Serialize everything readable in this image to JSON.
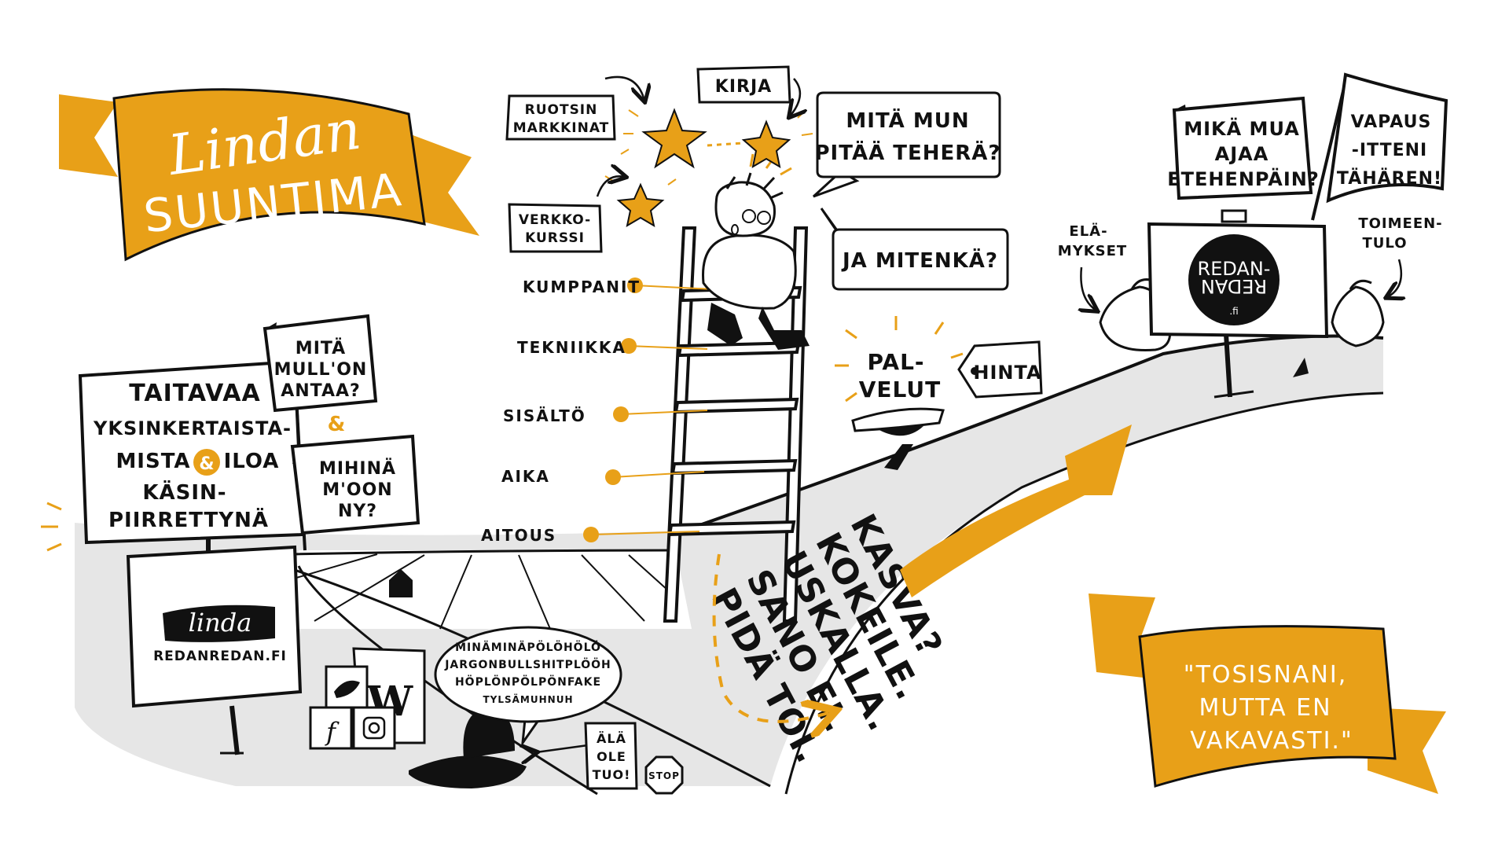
{
  "colors": {
    "accent": "#E8A018",
    "ink": "#111111",
    "ground": "#E6E6E6",
    "paper": "#FFFFFF"
  },
  "banner_title": {
    "line1": "Lindan",
    "line2": "SUUNTIMA"
  },
  "left_sign": {
    "lines": [
      "TAITAVAA",
      "YKSINKERTAISTA-",
      "MISTA",
      "ILOA",
      "KÄSIN-",
      "PIIRRETTYNÄ"
    ],
    "amp": "&"
  },
  "flag_give": {
    "lines": [
      "MITÄ",
      "MULL'ON",
      "ANTAA?"
    ],
    "amp": "&"
  },
  "flag_where": {
    "lines": [
      "MIHINÄ",
      "M'OON",
      "NY?"
    ]
  },
  "brand_sign": {
    "logo_text": "linda",
    "url": "REDANREDAN.FI"
  },
  "social": {
    "letters": [
      "W",
      "f"
    ],
    "icons": [
      "twitter-bird-icon",
      "instagram-icon",
      "facebook-icon",
      "wikipedia-icon"
    ]
  },
  "jargon_bubble": {
    "lines": [
      "MINÄMINÄPÖLÖHÖLÖ",
      "JARGONBULLSHITPLÖÖH",
      "HÖPLÖNPÖLPÖNFAKE",
      "TYLSÄMUHNUH"
    ]
  },
  "ala_sign": {
    "lines": [
      "ÄLÄ",
      "OLE",
      "TUO!"
    ]
  },
  "stop_sign": {
    "text": "STOP"
  },
  "ladder_labels": [
    "KUMPPANIT",
    "TEKNIIKKA",
    "SISÄLTÖ",
    "AIKA",
    "AITOUS"
  ],
  "stars": {
    "ruotsin": [
      "RUOTSIN",
      "MARKKINAT"
    ],
    "kirja": "KIRJA",
    "verkko": [
      "VERKKO-",
      "KURSSI"
    ]
  },
  "bubble_what": {
    "lines": [
      "MITÄ MUN",
      "PITÄÄ TEHERÄ?"
    ]
  },
  "bubble_how": {
    "text": "JA MITENKÄ?"
  },
  "palvelut": {
    "lines": [
      "PAL-",
      "VELUT"
    ],
    "tag": "HINTA"
  },
  "path_words": [
    "KASVA?",
    "KOKEILE.",
    "USKALLA.",
    "SANO EI.",
    "PIDÄ TOI."
  ],
  "flag_drive": {
    "lines": [
      "MIKÄ MUA",
      "AJAA",
      "ETEHENPÄIN?"
    ]
  },
  "flag_freedom": {
    "lines": [
      "VAPAUS",
      "-ITTENI",
      "TÄHÄREN!"
    ]
  },
  "sacks": {
    "left": [
      "ELÄ-",
      "MYKSET"
    ],
    "right": [
      "TOIMEEN-",
      "TULO"
    ]
  },
  "redan_logo": {
    "top": "REDAN-",
    "bottom": "REDAN",
    "fi": ".fi"
  },
  "quote_banner": {
    "lines": [
      "\"TOSISNANI,",
      "MUTTA EN",
      "VAKAVASTI.\""
    ]
  }
}
